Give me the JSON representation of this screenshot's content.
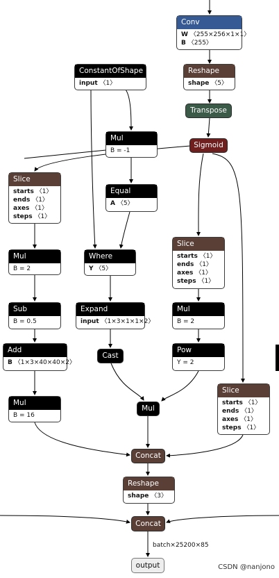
{
  "colors": {
    "conv": "#355a94",
    "layer": "#5a3f37",
    "transpose": "#3b5a48",
    "activation": "#6e1f1e",
    "op": "#000000",
    "output": "#eeeeee"
  },
  "nodes": {
    "conv": {
      "title": "Conv",
      "attrs": [
        {
          "k": "W",
          "v": "〈255×256×1×1〉"
        },
        {
          "k": "B",
          "v": "〈255〉"
        }
      ]
    },
    "reshape1": {
      "title": "Reshape",
      "attrs": [
        {
          "k": "shape",
          "v": "〈5〉"
        }
      ]
    },
    "transpose": {
      "title": "Transpose"
    },
    "sigmoid": {
      "title": "Sigmoid"
    },
    "constantofshape": {
      "title": "ConstantOfShape",
      "attrs": [
        {
          "k": "input",
          "v": "〈1〉"
        }
      ]
    },
    "mul_top": {
      "title": "Mul",
      "text": "B = -1"
    },
    "equal": {
      "title": "Equal",
      "attrs": [
        {
          "k": "A",
          "v": "〈5〉"
        }
      ]
    },
    "where": {
      "title": "Where",
      "attrs": [
        {
          "k": "Y",
          "v": "〈5〉"
        }
      ]
    },
    "expand": {
      "title": "Expand",
      "attrs": [
        {
          "k": "input",
          "v": "〈1×3×1×1×2〉"
        }
      ]
    },
    "cast": {
      "title": "Cast"
    },
    "slice_left": {
      "title": "Slice",
      "attrs": [
        {
          "k": "starts",
          "v": "〈1〉"
        },
        {
          "k": "ends",
          "v": "〈1〉"
        },
        {
          "k": "axes",
          "v": "〈1〉"
        },
        {
          "k": "steps",
          "v": "〈1〉"
        }
      ]
    },
    "mul_left": {
      "title": "Mul",
      "text": "B = 2"
    },
    "sub": {
      "title": "Sub",
      "text": "B = 0.5"
    },
    "add": {
      "title": "Add",
      "attrs": [
        {
          "k": "B",
          "v": "〈1×3×40×40×2〉"
        }
      ]
    },
    "mul_left2": {
      "title": "Mul",
      "text": "B = 16"
    },
    "slice_mid": {
      "title": "Slice",
      "attrs": [
        {
          "k": "starts",
          "v": "〈1〉"
        },
        {
          "k": "ends",
          "v": "〈1〉"
        },
        {
          "k": "axes",
          "v": "〈1〉"
        },
        {
          "k": "steps",
          "v": "〈1〉"
        }
      ]
    },
    "mul_mid": {
      "title": "Mul",
      "text": "B = 2"
    },
    "pow": {
      "title": "Pow",
      "text": "Y = 2"
    },
    "mul_center": {
      "title": "Mul"
    },
    "slice_right": {
      "title": "Slice",
      "attrs": [
        {
          "k": "starts",
          "v": "〈1〉"
        },
        {
          "k": "ends",
          "v": "〈1〉"
        },
        {
          "k": "axes",
          "v": "〈1〉"
        },
        {
          "k": "steps",
          "v": "〈1〉"
        }
      ]
    },
    "concat1": {
      "title": "Concat"
    },
    "reshape2": {
      "title": "Reshape",
      "attrs": [
        {
          "k": "shape",
          "v": "〈3〉"
        }
      ]
    },
    "concat2": {
      "title": "Concat"
    },
    "output": {
      "title": "output"
    }
  },
  "edge_label": "batch×25200×85",
  "watermark": "CSDN @nanjono"
}
